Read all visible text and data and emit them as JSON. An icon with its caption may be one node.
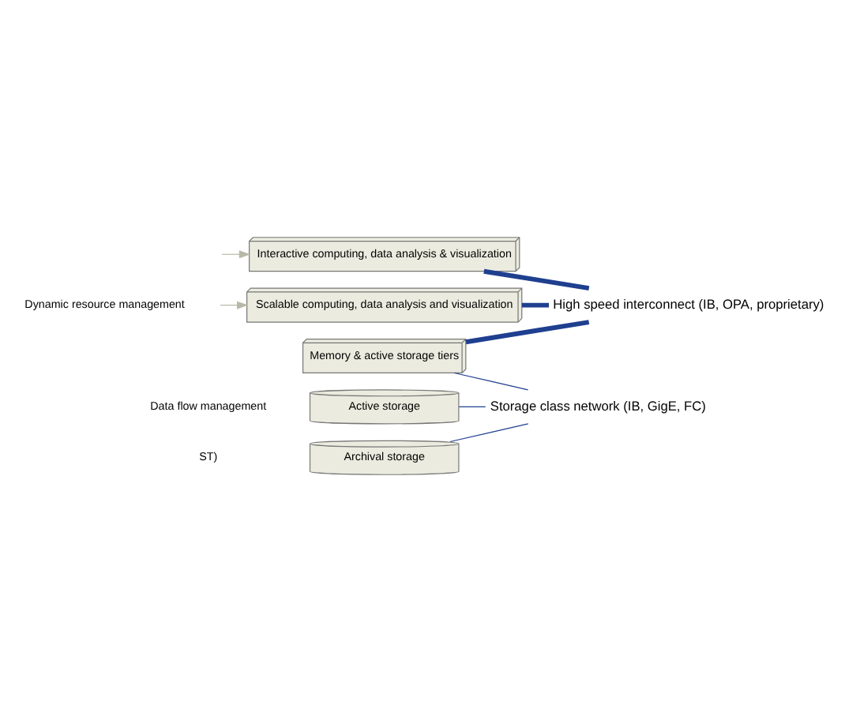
{
  "diagram": {
    "nodes": [
      {
        "text": [
          "Interactive computing, data analysis & visualization"
        ]
      },
      {
        "text": [
          "Scalable computing, data analysis and visualization"
        ]
      },
      {
        "text": [
          "Memory & active storage tiers"
        ]
      },
      {
        "text": [
          "Active storage"
        ]
      },
      {
        "text": [
          "Archival storage"
        ]
      },
      {
        "text": [
          "High speed interconnect (IB, OPA, proprietary)"
        ]
      },
      {
        "text": [
          "Storage class network (IB, GigE, FC)"
        ]
      }
    ],
    "edges": [
      {
        "from": null,
        "to": 0,
        "arrow": "to",
        "color": "#b8b8a8"
      },
      {
        "from": null,
        "to": 1,
        "arrow": "to",
        "color": "#b8b8a8"
      },
      {
        "from": 0,
        "to": 5,
        "arrow": "none",
        "style": "thick"
      },
      {
        "from": 1,
        "to": 5,
        "arrow": "none",
        "style": "thick"
      },
      {
        "from": 2,
        "to": 5,
        "arrow": "none",
        "style": "thick"
      },
      {
        "from": 2,
        "to": 6,
        "arrow": "none"
      },
      {
        "from": 3,
        "to": 6,
        "arrow": "none"
      },
      {
        "from": 4,
        "to": 6,
        "arrow": "none"
      }
    ],
    "labels": [
      "Dynamic resource management",
      "Data flow management",
      "ST)"
    ]
  }
}
